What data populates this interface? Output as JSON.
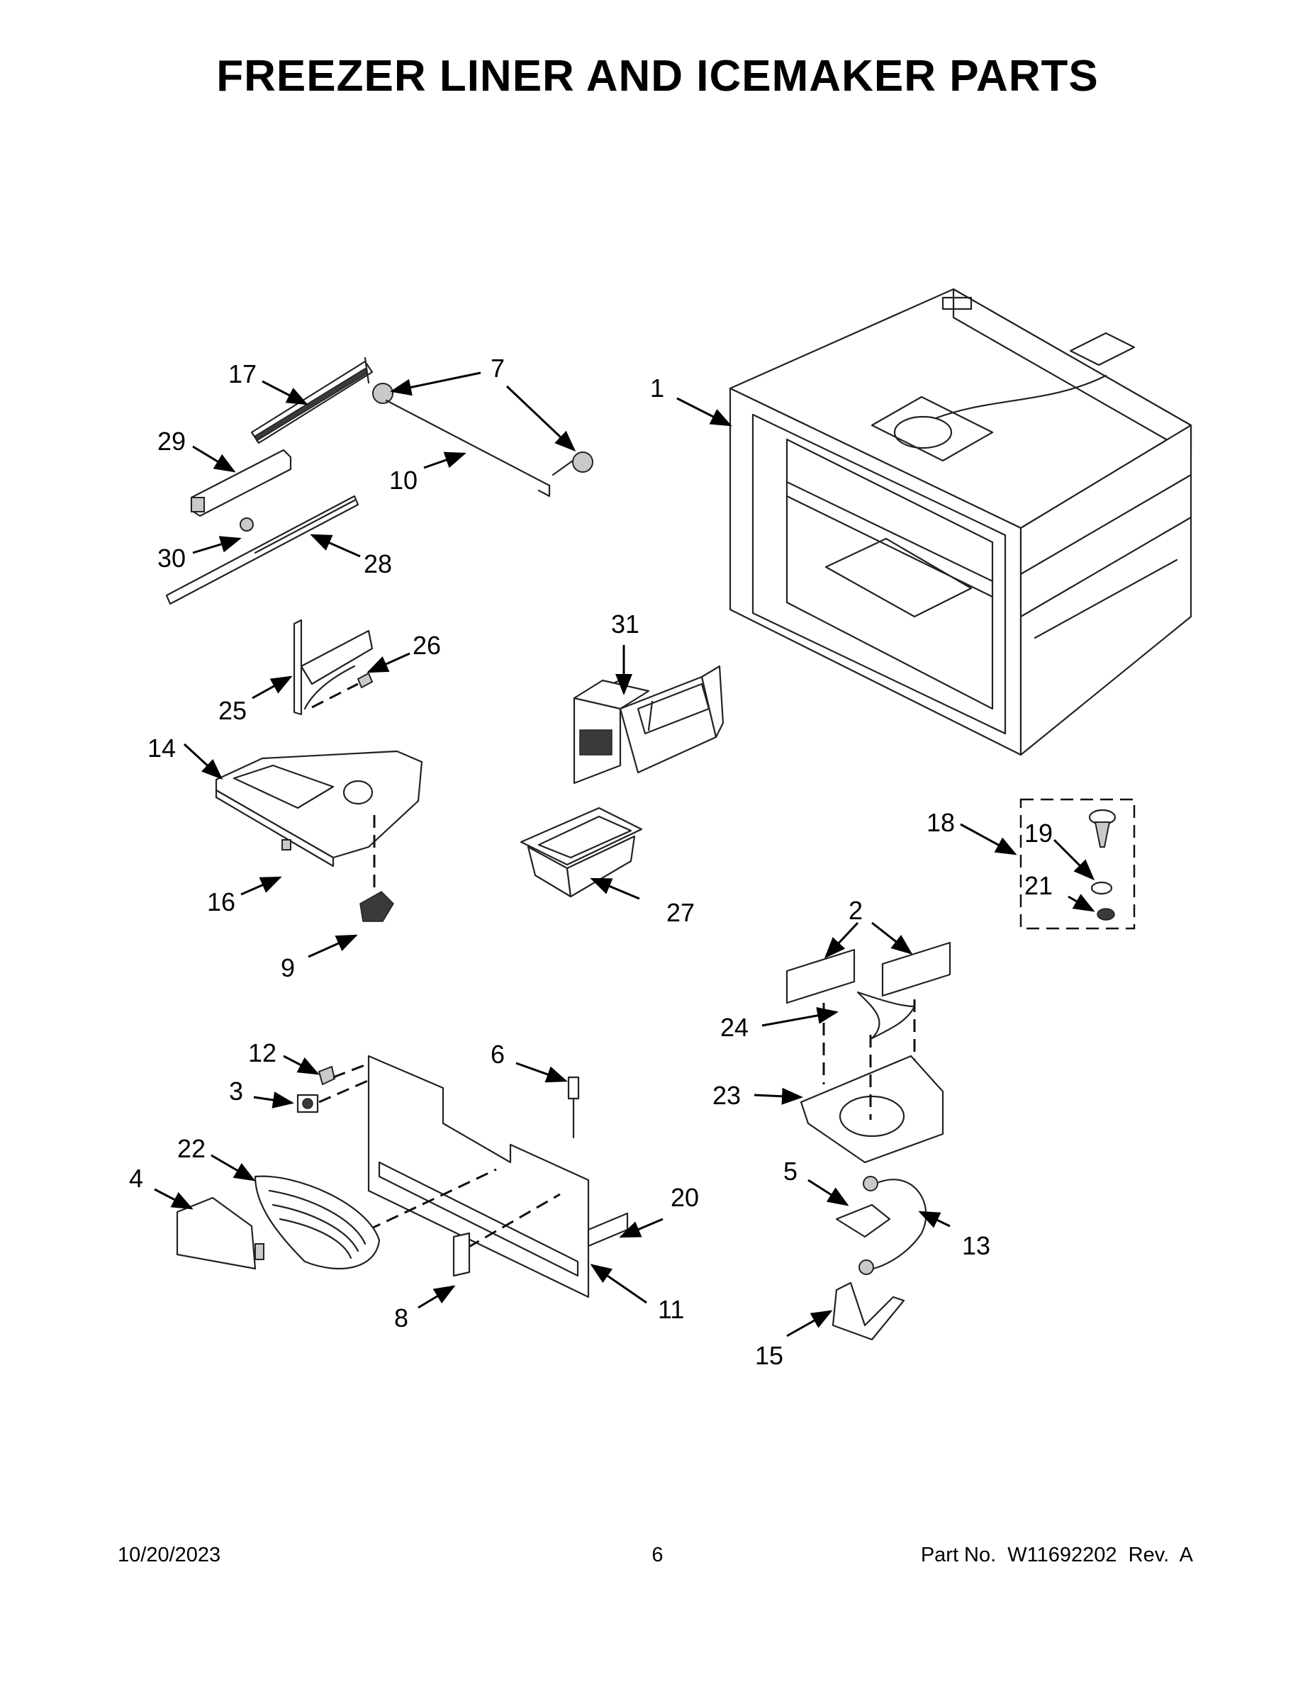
{
  "title": "FREEZER LINER AND ICEMAKER PARTS",
  "footer": {
    "date": "10/20/2023",
    "page": "6",
    "part_no": "Part No.  W11692202  Rev.  A"
  },
  "callouts": [
    "1",
    "2",
    "3",
    "4",
    "5",
    "6",
    "7",
    "8",
    "9",
    "10",
    "11",
    "12",
    "13",
    "14",
    "15",
    "16",
    "17",
    "18",
    "19",
    "20",
    "21",
    "22",
    "23",
    "24",
    "25",
    "26",
    "27",
    "28",
    "29",
    "30",
    "31"
  ]
}
